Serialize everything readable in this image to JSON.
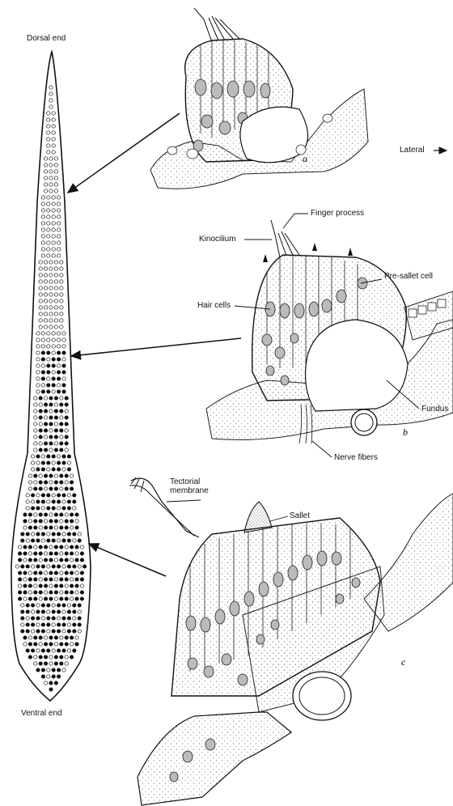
{
  "orientation": {
    "dorsal": "Dorsal end",
    "ventral": "Ventral end",
    "lateral": "Lateral"
  },
  "panels": {
    "a": "a",
    "b": "b",
    "c": "c"
  },
  "labels": {
    "finger_process": "Finger process",
    "kinocilium": "Kinocilium",
    "pre_sallet_cell": "Pre-sallet cell",
    "hair_cells": "Hair cells",
    "fundus": "Fundus",
    "nerve_fibers": "Nerve fibers",
    "tectorial_membrane": "Tectorial\nmembrane",
    "sallet": "Sallet"
  },
  "icons": {
    "arrow": "arrow-right-icon"
  },
  "colors": {
    "ink": "#1a1a1a",
    "paper": "#ffffff",
    "stipple": "#555555"
  }
}
